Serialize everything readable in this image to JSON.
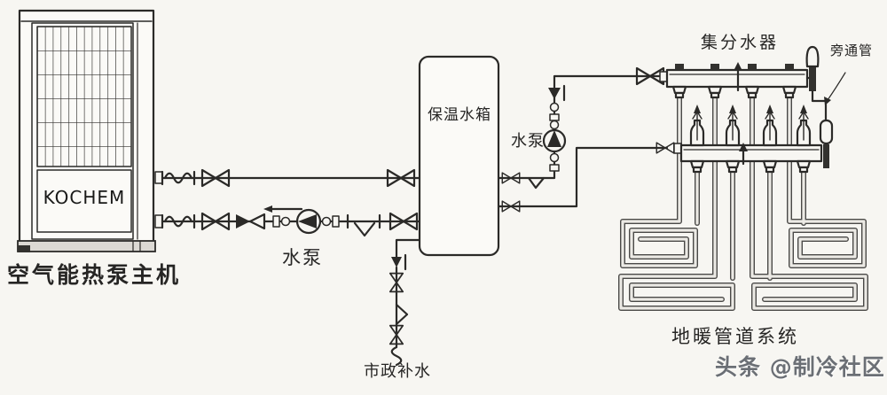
{
  "page": {
    "background": "#f7f6f2",
    "ink": "#2b2a28",
    "watermark_color": "#6b6f75"
  },
  "labels": {
    "brand": "KOCHEM",
    "heat_pump": "空气能热泵主机",
    "pump_main": "水泵",
    "tank": "保温水箱",
    "pump_secondary": "水泵",
    "manifold": "集分水器",
    "bypass_pipe": "旁通管",
    "makeup_water": "市政补水",
    "floor_system": "地暖管道系统",
    "watermark": "头条 @制冷社区"
  },
  "system": {
    "floor_heating_loops": 4,
    "manifold_outlets": 4,
    "flow_meters": 4
  }
}
